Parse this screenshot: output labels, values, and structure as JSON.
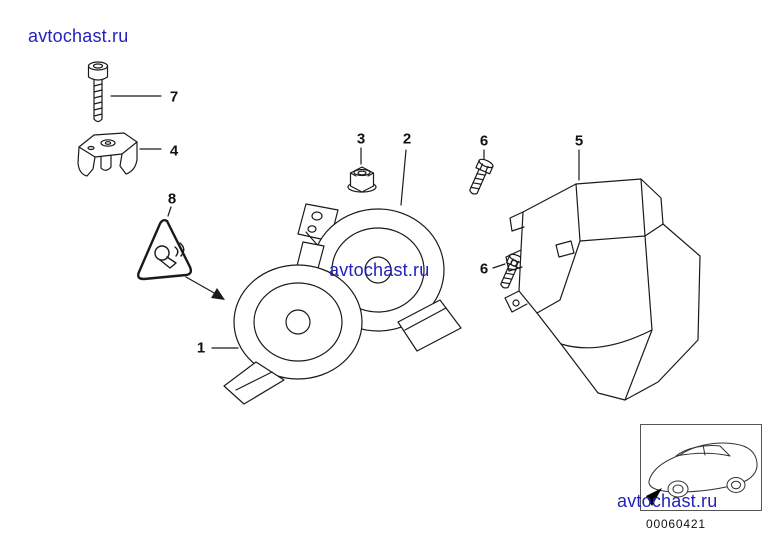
{
  "watermark": {
    "text": "avtochast.ru"
  },
  "colors": {
    "watermark_blue": "#2222bb",
    "line": "#1a1a1a"
  },
  "callouts": {
    "c1": "1",
    "c2": "2",
    "c3": "3",
    "c4": "4",
    "c5": "5",
    "c6a": "6",
    "c6b": "6",
    "c7": "7",
    "c8": "8"
  },
  "thumbnail": {
    "diagram_number": "00060421"
  }
}
